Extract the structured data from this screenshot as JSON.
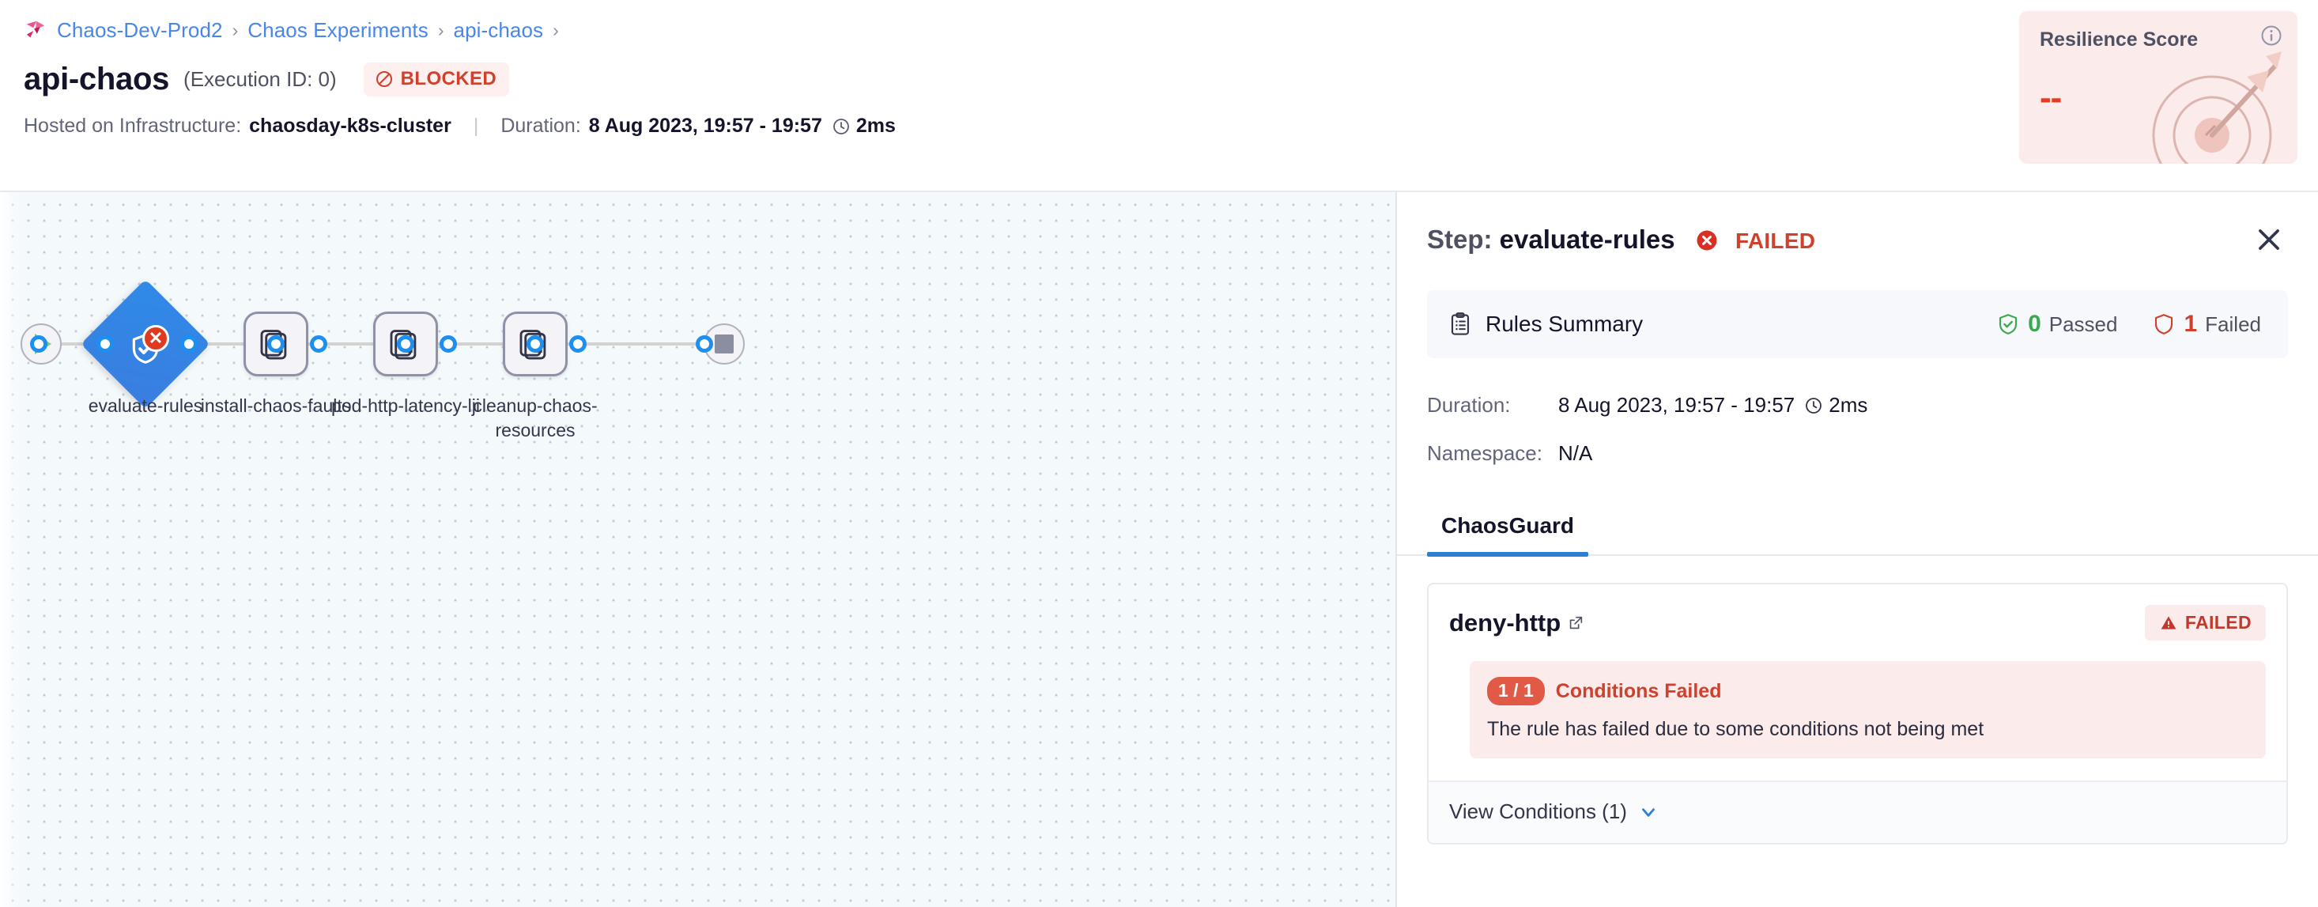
{
  "breadcrumb": {
    "logo_icon": "harness-logo-icon",
    "items": [
      {
        "label": "Chaos-Dev-Prod2"
      },
      {
        "label": "Chaos Experiments"
      },
      {
        "label": "api-chaos"
      }
    ],
    "separator": "›",
    "trailing_separator": "›"
  },
  "header": {
    "title": "api-chaos",
    "execution_id": "(Execution ID: 0)",
    "status": {
      "label": "BLOCKED",
      "icon": "blocked-circle-slash-icon",
      "color": "#d0402c",
      "bg": "#fdf0ee"
    },
    "infra_label": "Hosted on Infrastructure:",
    "infra_value": "chaosday-k8s-cluster",
    "divider": "|",
    "duration_label": "Duration:",
    "duration_value": "8 Aug 2023, 19:57 - 19:57",
    "duration_clock_icon": "clock-icon",
    "duration_elapsed": "2ms"
  },
  "resilience": {
    "title": "Resilience Score",
    "value": "--",
    "info_icon": "info-circle-icon",
    "art_icon": "target-arrow-icon",
    "bg": "#fbeceb",
    "value_color": "#e63a20"
  },
  "flow": {
    "start_node": {
      "name": "start-node",
      "icon": "play-icon"
    },
    "end_node": {
      "name": "end-node",
      "icon": "stop-square-icon"
    },
    "nodes": [
      {
        "label": "evaluate-rules",
        "type": "diamond",
        "icon": "shield-check-icon",
        "status": "failed",
        "badge_icon": "error-x-icon"
      },
      {
        "label": "install-chaos-faults",
        "type": "box",
        "icon": "chaos-fault-icon",
        "status": "not-run"
      },
      {
        "label": "pod-http-latency-lji",
        "type": "box",
        "icon": "chaos-fault-icon",
        "status": "not-run"
      },
      {
        "label": "cleanup-chaos-resources",
        "type": "box",
        "icon": "chaos-fault-icon",
        "status": "not-run"
      }
    ]
  },
  "panel": {
    "step_label": "Step:",
    "step_name": "evaluate-rules",
    "step_status": "FAILED",
    "step_status_icon": "error-x-icon",
    "close_icon": "close-icon",
    "rules_summary": {
      "icon": "clipboard-icon",
      "title": "Rules Summary",
      "passed_count": "0",
      "passed_label": "Passed",
      "passed_icon": "shield-check-icon",
      "failed_count": "1",
      "failed_label": "Failed",
      "failed_icon": "shield-outline-icon"
    },
    "details": [
      {
        "key": "Duration:",
        "value": "8 Aug 2023, 19:57 - 19:57",
        "clock_icon": "clock-icon",
        "elapsed": "2ms"
      },
      {
        "key": "Namespace:",
        "value": "N/A"
      }
    ],
    "tabs": [
      {
        "label": "ChaosGuard",
        "active": true
      }
    ],
    "rule": {
      "name": "deny-http",
      "external_link_icon": "external-link-icon",
      "badge_label": "FAILED",
      "badge_icon": "warning-triangle-icon",
      "conditions_pill": "1 / 1",
      "conditions_label": "Conditions Failed",
      "conditions_desc": "The rule has failed due to some conditions not being met",
      "view_conditions_label": "View Conditions (1)",
      "chevron_icon": "chevron-down-icon"
    }
  },
  "colors": {
    "accent_blue": "#2b7fd4",
    "link_blue": "#4a86e8",
    "danger": "#d0402c",
    "success": "#3ba94f",
    "node_blue": "#2f8ae8",
    "canvas_bg": "#f4f9fc"
  }
}
